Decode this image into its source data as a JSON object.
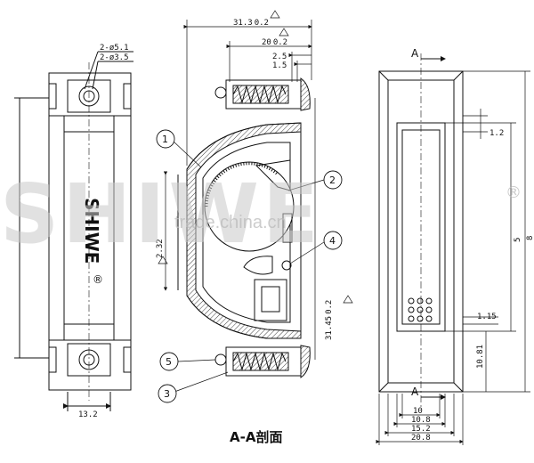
{
  "watermark": {
    "brand_text": "SHIWE",
    "registered_mark": "®",
    "site_text": "trade.china.cn"
  },
  "left_view": {
    "hole_top": "2-ø5.1",
    "hole_bottom": "2-ø3.5",
    "width_dim": "13.2",
    "brand_text": "SHIWE",
    "brand_mark": "®"
  },
  "middle_view": {
    "dims": {
      "total_width": "31.3",
      "total_width_tol": "0.2",
      "width_20": "20",
      "width_20_tol": "0.2",
      "d_2_5": "2.5",
      "d_1_5": "1.5",
      "height_2_32": "2.32",
      "height_31_45": "31.45",
      "height_31_45_tol": "0.2"
    },
    "callouts": [
      "1",
      "2",
      "3",
      "4",
      "5"
    ],
    "caption": "A-A剖面"
  },
  "right_view": {
    "section_marks": [
      "A",
      "A"
    ],
    "dims": {
      "d_1_2": "1.2",
      "d_5": "5",
      "d_8": "8",
      "d_1_15": "1.15",
      "d_10_81": "10.81",
      "w_10": "10",
      "w_10_8": "10.8",
      "w_15_2": "15.2",
      "w_20_8": "20.8"
    }
  },
  "colors": {
    "line": "#111111",
    "watermark": "#c9c9c9",
    "background": "#ffffff"
  }
}
